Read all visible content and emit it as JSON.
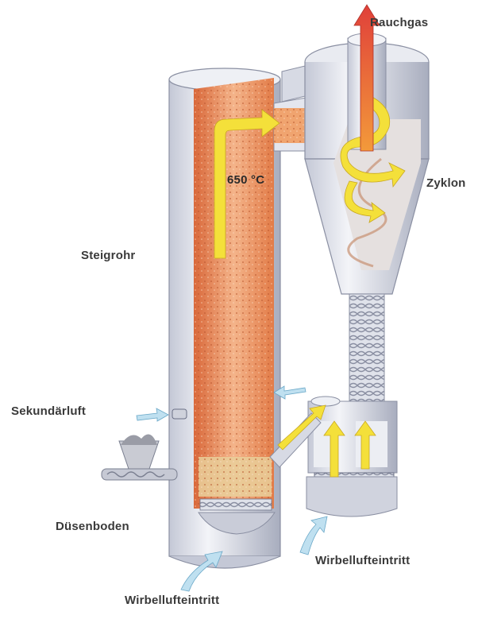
{
  "labels": {
    "rauchgas": "Rauchgas",
    "zyklon": "Zyklon",
    "temperature": "650 °C",
    "steigrohr": "Steigrohr",
    "sekundaerluft": "Sekundärluft",
    "duesenboden": "Düsenboden",
    "wirbelluft_right": "Wirbellufteintritt",
    "wirbelluft_bottom": "Wirbellufteintritt"
  },
  "colors": {
    "vessel": "#d9dce6",
    "vessel_shade": "#a9aec0",
    "bed": "#e8864f",
    "bed_light": "#f4b48a",
    "flow_arrow": "#f4e03a",
    "flue_gas": "#e0503a",
    "air_arrow": "#a9d3ea"
  },
  "icons": {
    "riser": "riser-tube-icon",
    "cyclone": "cyclone-separator-icon",
    "fuel_feed": "fuel-feed-icon"
  }
}
